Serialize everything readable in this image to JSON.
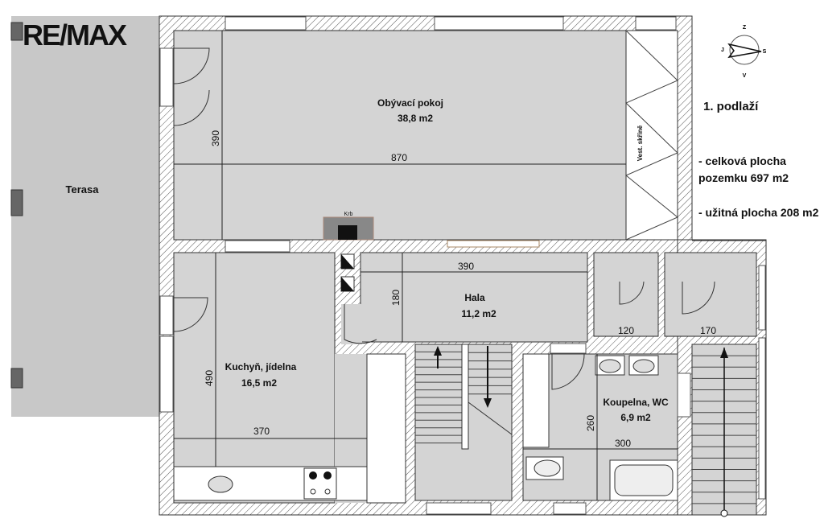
{
  "logo": "RE/MAX",
  "compass": {
    "north": "Z",
    "south": "V",
    "west": "J",
    "east": "S"
  },
  "floor_title": "1. podlaží",
  "info": {
    "plot_area": "- celková plocha pozemku 697 m2",
    "usable_area": "- užitná plocha 208 m2"
  },
  "rooms": {
    "terasa": {
      "name": "Terasa"
    },
    "living": {
      "name": "Obývací pokoj",
      "area": "38,8 m2",
      "dim_w": "870",
      "dim_h": "390"
    },
    "wardrobe": {
      "name": "Vest. skříně"
    },
    "fireplace": {
      "name": "Krb"
    },
    "hall": {
      "name": "Hala",
      "area": "11,2 m2",
      "dim_w": "390",
      "dim_h": "180"
    },
    "kitchen": {
      "name": "Kuchyň, jídelna",
      "area": "16,5 m2",
      "dim_w": "370",
      "dim_h": "490"
    },
    "bath": {
      "name": "Koupelna, WC",
      "area": "6,9 m2",
      "dim_w": "300",
      "dim_h": "260"
    },
    "small1": {
      "dim_w": "120"
    },
    "small2": {
      "dim_w": "170"
    }
  },
  "colors": {
    "floor": "#d4d4d4",
    "terrace": "#c8c8c8",
    "wall": "#ffffff"
  }
}
